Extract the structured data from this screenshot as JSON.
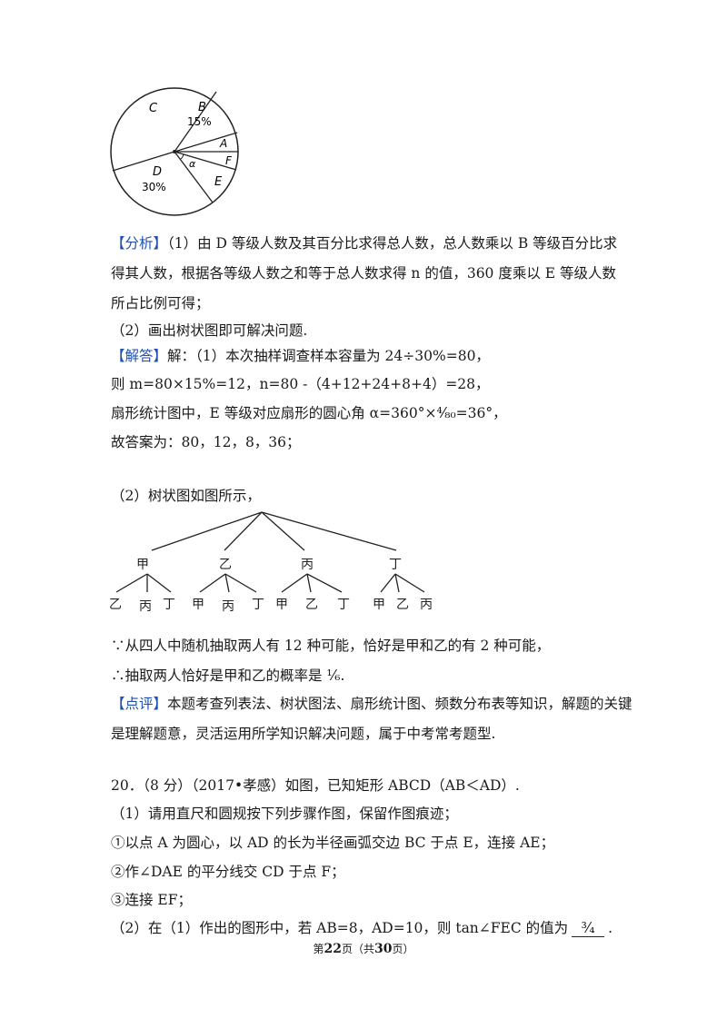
{
  "pie_labels": {
    "C": "C",
    "B": "B",
    "B_pct": "15%",
    "A": "A",
    "F": "F",
    "E": "E",
    "D": "D",
    "D_pct": "30%",
    "alpha": "α"
  },
  "analysis": {
    "tag": "【分析】",
    "line1": "（1）由 D 等级人数及其百分比求得总人数，总人数乘以 B 等级百分比求",
    "line2": "得其人数，根据各等级人数之和等于总人数求得 n 的值，360 度乘以 E 等级人数",
    "line3": "所占比例可得；",
    "line4": "（2）画出树状图即可解决问题."
  },
  "solution": {
    "tag": "【解答】",
    "line1": "解：（1）本次抽样调查样本容量为 24÷30%=80，",
    "line2": "则 m=80×15%=12，n=80 -（4+12+24+8+4）=28，",
    "line3": "扇形统计图中，E 等级对应扇形的圆心角 α=360°×⁴⁄₈₀=36°，",
    "line4": "故答案为：80，12，8，36；",
    "line5": "（2）树状图如图所示，"
  },
  "tree": {
    "level1": [
      "甲",
      "乙",
      "丙",
      "丁"
    ],
    "level2": [
      [
        "乙",
        "丙",
        "丁"
      ],
      [
        "甲",
        "丙",
        "丁"
      ],
      [
        "甲",
        "乙",
        "丁"
      ],
      [
        "甲",
        "乙",
        "丙"
      ]
    ]
  },
  "conclusion": {
    "line1": "∵从四人中随机抽取两人有 12 种可能，恰好是甲和乙的有 2 种可能，",
    "line2": "∴抽取两人恰好是甲和乙的概率是 ¹⁄₆."
  },
  "comment": {
    "tag": "【点评】",
    "line1": "本题考查列表法、树状图法、扇形统计图、频数分布表等知识，解题的关键",
    "line2": "是理解题意，灵活运用所学知识解决问题，属于中考常考题型."
  },
  "problem20": {
    "title": "20．（8 分）（2017•孝感）如图，已知矩形 ABCD（AB＜AD）.",
    "line1": "（1）请用直尺和圆规按下列步骤作图，保留作图痕迹；",
    "line2": "①以点 A 为圆心，以 AD 的长为半径画弧交边 BC 于点 E，连接 AE；",
    "line3": "②作∠DAE 的平分线交 CD 于点 F；",
    "line4": "③连接 EF；",
    "line5": "（2）在（1）作出的图形中，若 AB=8，AD=10，则 tan∠FEC 的值为",
    "answer": "³⁄₄",
    "line5_end": "."
  },
  "footer": {
    "prefix": "第",
    "page": "22",
    "mid": "页（共",
    "total": "30",
    "suffix": "页）"
  }
}
